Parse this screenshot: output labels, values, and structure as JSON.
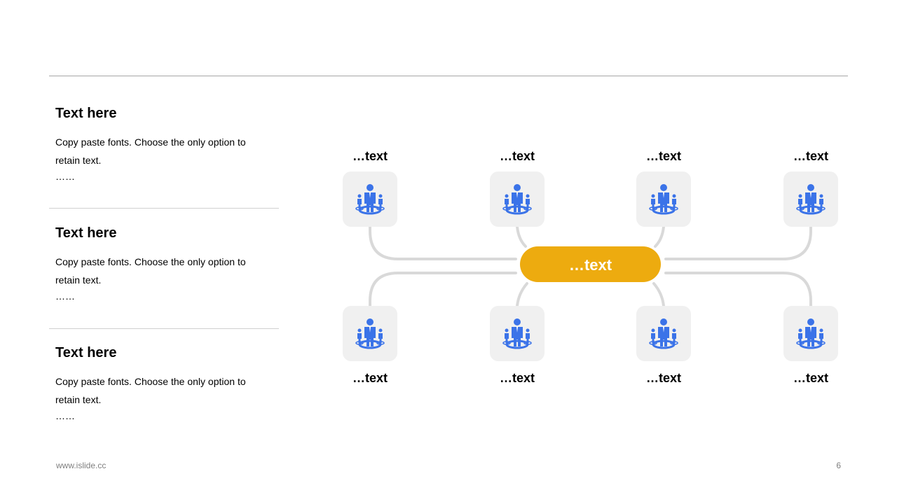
{
  "sections": [
    {
      "title": "Text here",
      "body": "Copy paste fonts. Choose the only option to retain text.",
      "dots": "……"
    },
    {
      "title": "Text here",
      "body": "Copy paste fonts. Choose the only option to retain text.",
      "dots": "……"
    },
    {
      "title": "Text here",
      "body": "Copy paste fonts. Choose the only option to retain text.",
      "dots": "……"
    }
  ],
  "diagram": {
    "center_label": "…text",
    "top_nodes": [
      {
        "label": "…text",
        "icon": "people-group-icon"
      },
      {
        "label": "…text",
        "icon": "people-group-icon"
      },
      {
        "label": "…text",
        "icon": "people-group-icon"
      },
      {
        "label": "…text",
        "icon": "people-group-icon"
      }
    ],
    "bottom_nodes": [
      {
        "label": "…text",
        "icon": "people-group-icon"
      },
      {
        "label": "…text",
        "icon": "people-group-icon"
      },
      {
        "label": "…text",
        "icon": "people-group-icon"
      },
      {
        "label": "…text",
        "icon": "people-group-icon"
      }
    ]
  },
  "colors": {
    "accent": "#edab0f",
    "icon": "#3b73e8",
    "tile": "#f0f0f0",
    "connector": "#d9d9d9"
  },
  "footer": {
    "website": "www.islide.cc",
    "page_number": "6"
  }
}
